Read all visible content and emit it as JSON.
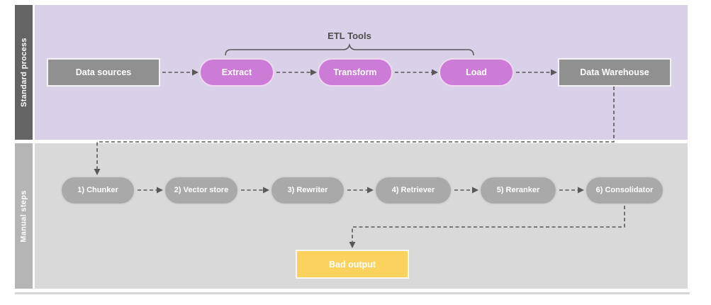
{
  "lanes": {
    "standard": {
      "label": "Standard process"
    },
    "manual": {
      "label": "Manual steps"
    }
  },
  "etl_bracket_label": "ETL Tools",
  "standard_nodes": {
    "data_sources": "Data sources",
    "extract": "Extract",
    "transform": "Transform",
    "load": "Load",
    "data_warehouse": "Data Warehouse"
  },
  "manual_nodes": {
    "chunker": "1) Chunker",
    "vector_store": "2) Vector store",
    "rewriter": "3) Rewriter",
    "retriever": "4) Retriever",
    "reranker": "5) Reranker",
    "consolidator": "6) Consolidator",
    "bad_output": "Bad output"
  },
  "colors": {
    "lane_standard_bg": "#d8d1e8",
    "lane_standard_label_bg": "#646464",
    "lane_manual_bg": "#d9d9d9",
    "lane_manual_label_bg": "#b5b5b5",
    "process_box_gray": "#909090",
    "etl_pill_pink": "#cc7bd6",
    "manual_pill_gray": "#a9a9a9",
    "bad_output_yellow": "#fcd25f",
    "arrow_gray": "#595959"
  }
}
